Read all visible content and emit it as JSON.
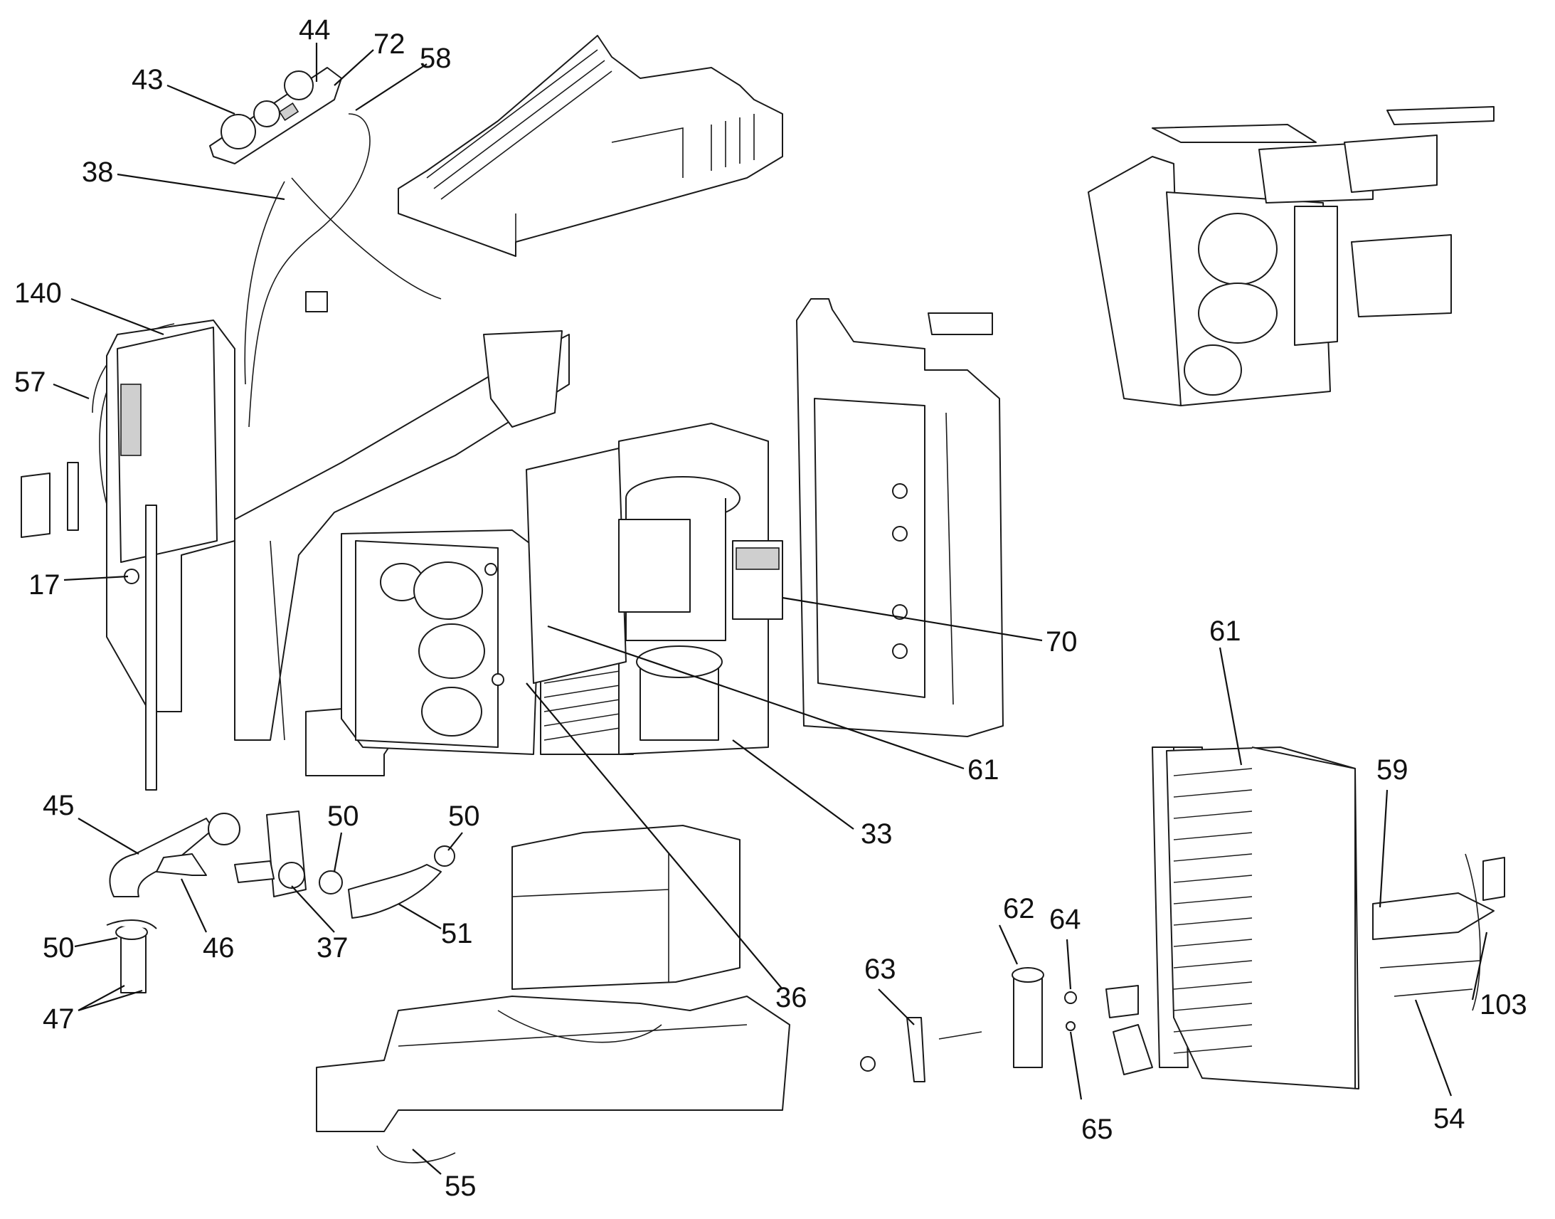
{
  "callouts": [
    {
      "id": "c43",
      "label": "43"
    },
    {
      "id": "c44",
      "label": "44"
    },
    {
      "id": "c72",
      "label": "72"
    },
    {
      "id": "c58",
      "label": "58"
    },
    {
      "id": "c38",
      "label": "38"
    },
    {
      "id": "c140",
      "label": "140"
    },
    {
      "id": "c57",
      "label": "57"
    },
    {
      "id": "c17",
      "label": "17"
    },
    {
      "id": "c70",
      "label": "70"
    },
    {
      "id": "c61a",
      "label": "61"
    },
    {
      "id": "c61b",
      "label": "61"
    },
    {
      "id": "c33",
      "label": "33"
    },
    {
      "id": "c36",
      "label": "36"
    },
    {
      "id": "c59",
      "label": "59"
    },
    {
      "id": "c45",
      "label": "45"
    },
    {
      "id": "c50a",
      "label": "50"
    },
    {
      "id": "c50b",
      "label": "50"
    },
    {
      "id": "c50c",
      "label": "50"
    },
    {
      "id": "c46",
      "label": "46"
    },
    {
      "id": "c37",
      "label": "37"
    },
    {
      "id": "c51",
      "label": "51"
    },
    {
      "id": "c47",
      "label": "47"
    },
    {
      "id": "c62",
      "label": "62"
    },
    {
      "id": "c64",
      "label": "64"
    },
    {
      "id": "c63",
      "label": "63"
    },
    {
      "id": "c65",
      "label": "65"
    },
    {
      "id": "c103",
      "label": "103"
    },
    {
      "id": "c54",
      "label": "54"
    },
    {
      "id": "c55",
      "label": "55"
    }
  ]
}
